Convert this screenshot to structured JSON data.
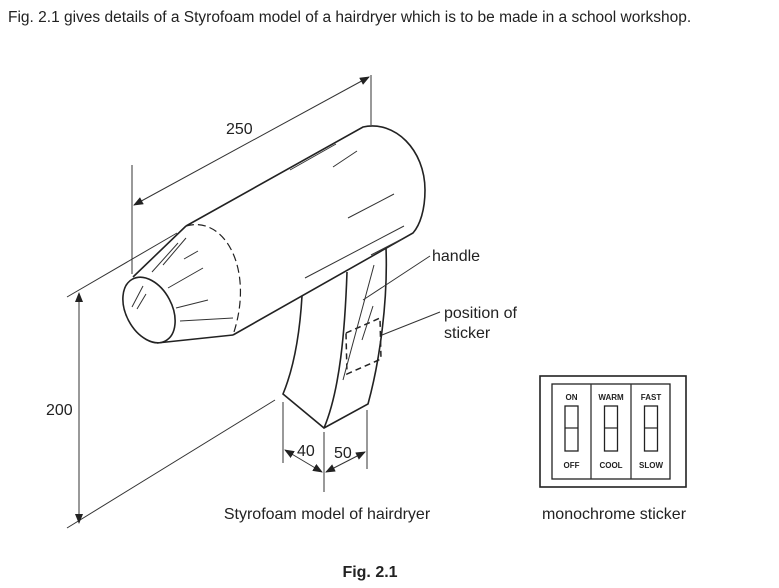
{
  "intro": "Fig. 2.1 gives details of a Styrofoam model of a hairdryer which is to be made in a school workshop.",
  "dimensions": {
    "length": "250",
    "height": "200",
    "handle_depth": "40",
    "handle_width": "50"
  },
  "labels": {
    "handle": "handle",
    "sticker_line1": "position of",
    "sticker_line2": "sticker"
  },
  "captions": {
    "model": "Styrofoam model of hairdryer",
    "sticker": "monochrome sticker",
    "figure": "Fig. 2.1"
  },
  "sticker": {
    "switches": [
      {
        "top": "ON",
        "bottom": "OFF"
      },
      {
        "top": "WARM",
        "bottom": "COOL"
      },
      {
        "top": "FAST",
        "bottom": "SLOW"
      }
    ]
  }
}
